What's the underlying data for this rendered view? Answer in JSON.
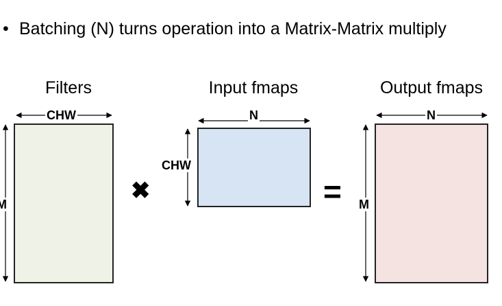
{
  "bullet": {
    "marker": "•",
    "text": "Batching (N) turns operation into a Matrix-Matrix multiply"
  },
  "matrices": {
    "filters": {
      "title": "Filters",
      "width_label": "CHW",
      "height_label": "M",
      "fill": "#eef2e7"
    },
    "input": {
      "title": "Input fmaps",
      "width_label": "N",
      "height_label": "CHW",
      "fill": "#d6e4f3"
    },
    "output": {
      "title": "Output fmaps",
      "width_label": "N",
      "height_label": "M",
      "fill": "#f5e3e2"
    }
  },
  "operators": {
    "multiply": "✖",
    "equals": "="
  }
}
